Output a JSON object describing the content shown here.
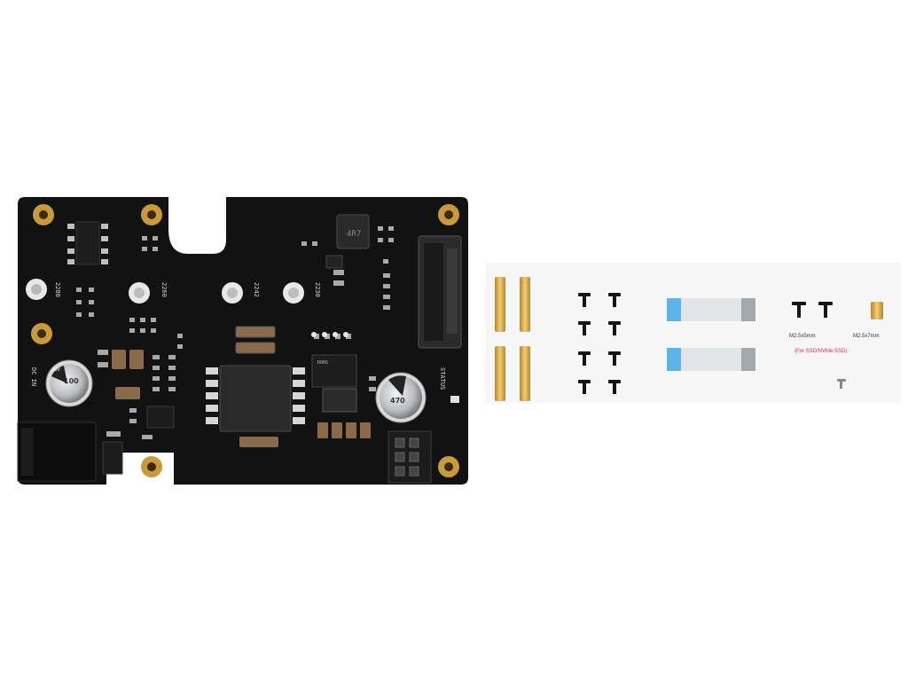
{
  "board": {
    "labels": {
      "m2_2260": "2260",
      "m2_2242": "2242",
      "m2_2230": "2230",
      "m2_2280": "2280",
      "dc_in": "DC IN",
      "status": "STATUS",
      "capacitor_top": "25V",
      "capacitor_value": "100",
      "capacitor_value_right": "470"
    }
  },
  "accessories": {
    "label_m25x5": "M2.5x5mm",
    "label_m25x7": "M2.5x7mm",
    "label_ssd": "(For SSD/NVMe SSD)"
  },
  "colors": {
    "pcb": "#111111",
    "gold": "#c89a3a",
    "brass": "#d4a64a",
    "cable_blue": "#5bb3e8",
    "cable_grey": "#a3a9ae"
  }
}
